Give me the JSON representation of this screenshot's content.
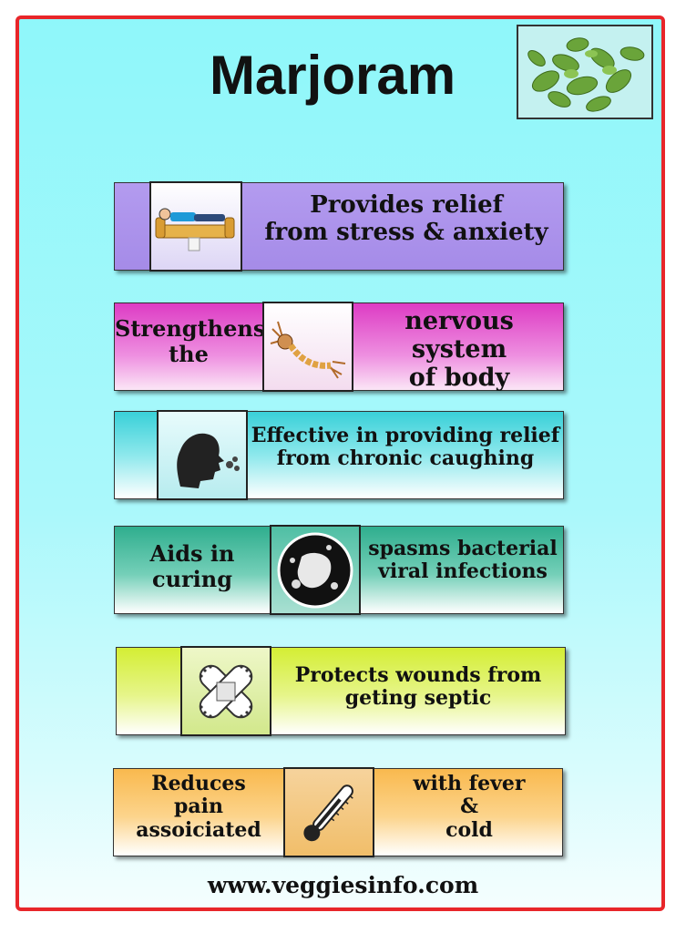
{
  "title": "Marjoram",
  "cards": [
    {
      "text": "Provides relief\nfrom stress & anxiety"
    },
    {
      "left": "Strengthens\nthe",
      "right": "nervous system\nof body"
    },
    {
      "text": "Effective in providing relief\nfrom chronic caughing"
    },
    {
      "left": "Aids in\ncuring",
      "right": "spasms bacterial\nviral infections"
    },
    {
      "text": "Protects wounds from\ngeting septic"
    },
    {
      "left": "Reduces\npain\nassoiciated",
      "right": "with fever\n&\ncold"
    }
  ],
  "footer": "www.veggiesinfo.com",
  "colors": {
    "border": "#e8262a",
    "background": "#8ff7fa",
    "card1": "#b39bef",
    "card2": "#e044c8",
    "card3": "#4ed7dc",
    "card4": "#39b89c",
    "card5": "#d8ef3e",
    "card6": "#fbbf5a"
  }
}
